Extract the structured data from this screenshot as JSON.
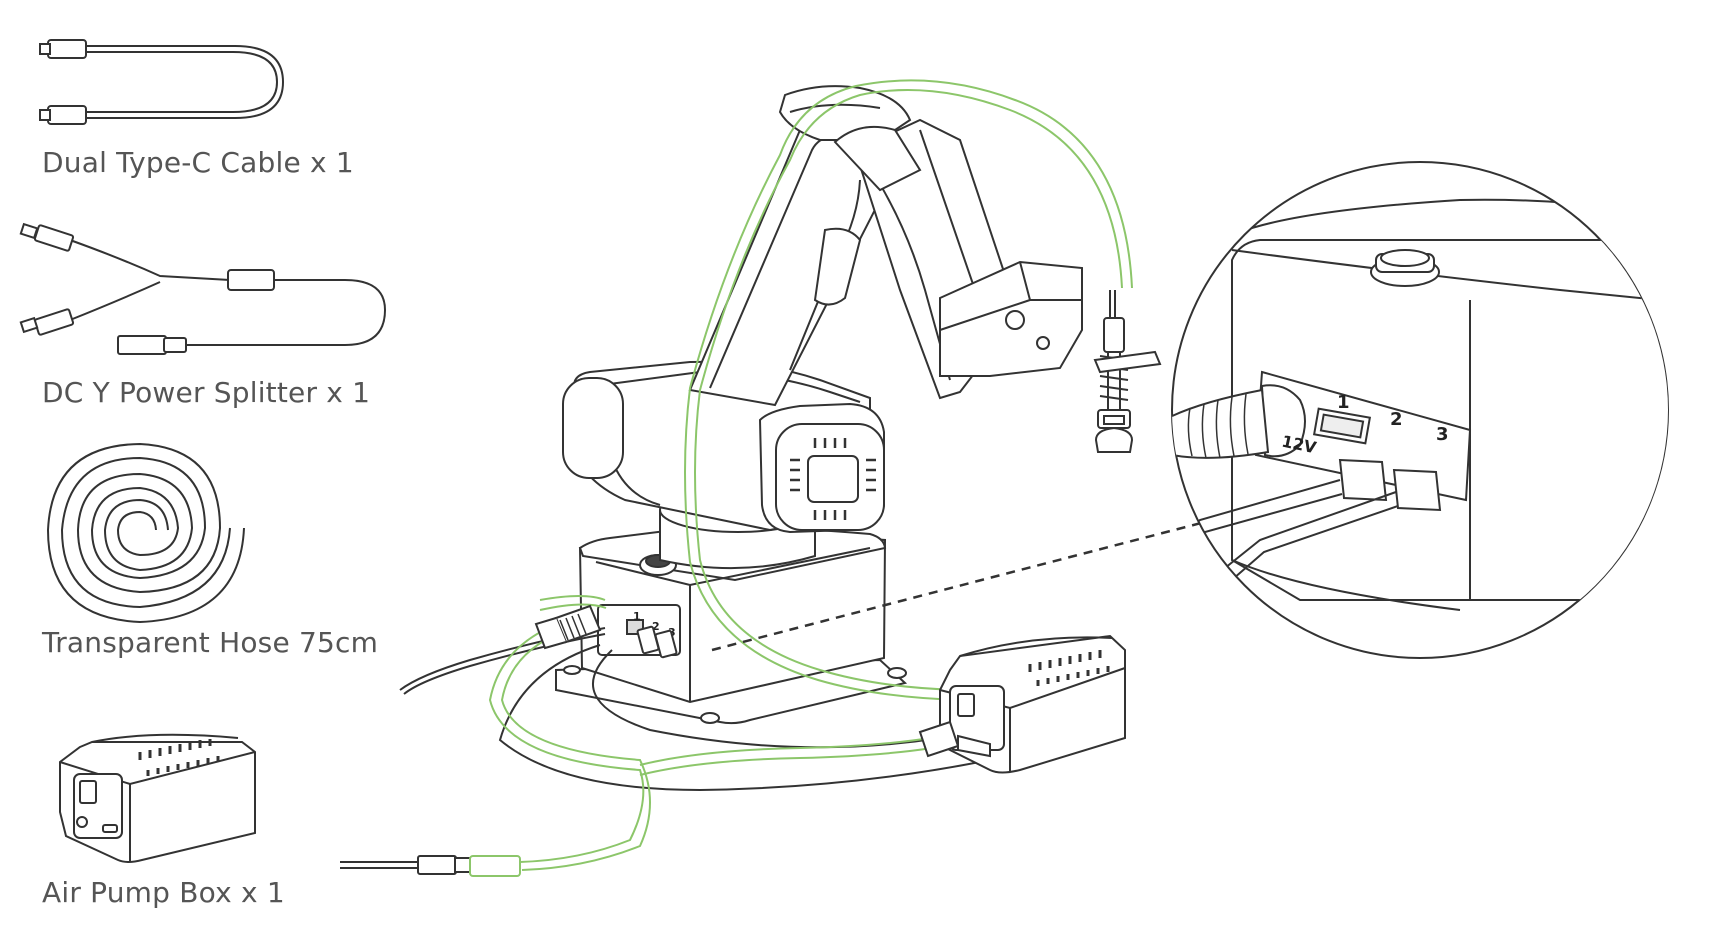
{
  "accessories": [
    {
      "label": "Dual Type-C Cable x 1",
      "icon": "type-c-cable-icon"
    },
    {
      "label": "DC Y Power Splitter x 1",
      "icon": "dc-y-splitter-icon"
    },
    {
      "label": "Transparent Hose 75cm",
      "icon": "hose-coil-icon"
    },
    {
      "label": "Air Pump Box x 1",
      "icon": "air-pump-box-icon"
    }
  ],
  "base_ports": {
    "p1": "1",
    "p2": "2",
    "p3": "3"
  },
  "zoom_ports": {
    "p1": "1",
    "p2": "2",
    "p3": "3",
    "power": "12V"
  },
  "colors": {
    "line": "#333333",
    "hose": "#8cc66a",
    "label": "#555555"
  }
}
